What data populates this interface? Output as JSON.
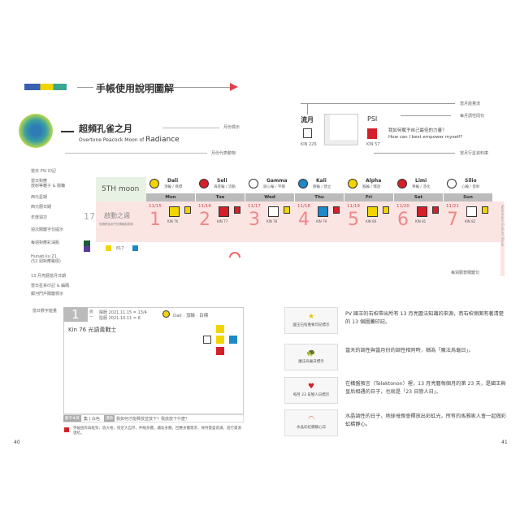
{
  "header": {
    "title": "手帳使用說明圖解"
  },
  "month": {
    "title_zh": "超頻孔雀之月",
    "subtitle_prefix": "Overtone Peacock Moon of ",
    "subtitle_emph": "Radiance",
    "label_month": "月份標示",
    "label_animal": "月份代表動物"
  },
  "energy": {
    "flow_label": "流月",
    "flow_kin": "KIN 226",
    "psi_label": "PSI",
    "psi_kin": "KIN 57",
    "question_zh": "我如何賦予自己最佳的力量？",
    "question_en": "How can I best empower myself?",
    "label_flow": "當月能量流",
    "label_question": "每月調性問句",
    "label_planet": "當月行星資料庫"
  },
  "calendar": {
    "labels": [
      "當日 PSI 印記",
      "當日對應\n放射等離子 & 脈輪",
      "西元星期",
      "西元曆日期",
      "年度週次",
      "週次關鍵字句提示",
      "每週對應彩油瓶",
      "Hunab ku 21\n(52 週對應路徑)",
      "13 月亮曆當月日期",
      "當日星系印記 & 編碼",
      "銀河門戶關鍵標示"
    ],
    "moon": "5TH moon",
    "week_num": "17",
    "week_title": "啟動之週",
    "week_sub": "知識是後來鬥的潤腦前視角",
    "hunab": "817",
    "side_text": "Awareness Evolves Vision",
    "side_label": "每週願景關鍵句",
    "days": [
      {
        "plasma": "Dali",
        "chakra": "頂輪 / 目標",
        "weekday": "Mon",
        "date": "11/15",
        "num": "1",
        "kin": "KIN 76",
        "color": "#f2d500"
      },
      {
        "plasma": "Seli",
        "chakra": "海底輪 / 流動",
        "weekday": "Tue",
        "date": "11/16",
        "num": "2",
        "kin": "KIN 77",
        "color": "#d4202a"
      },
      {
        "plasma": "Gamma",
        "chakra": "眉心輪 / 平靜",
        "weekday": "Wed",
        "date": "11/17",
        "num": "3",
        "kin": "KIN 78",
        "color": "#ffffff"
      },
      {
        "plasma": "Kali",
        "chakra": "臍輪 / 建立",
        "weekday": "Thu",
        "date": "11/18",
        "num": "4",
        "kin": "KIN 79",
        "color": "#1e88c8"
      },
      {
        "plasma": "Alpha",
        "chakra": "喉輪 / 釋放",
        "weekday": "Fri",
        "date": "11/19",
        "num": "5",
        "kin": "KIN 80",
        "color": "#f2d500"
      },
      {
        "plasma": "Limi",
        "chakra": "胃輪 / 淨化",
        "weekday": "Sat",
        "date": "11/20",
        "num": "6",
        "kin": "KIN 81",
        "color": "#d4202a"
      },
      {
        "plasma": "Silio",
        "chakra": "心輪 / 發射",
        "weekday": "Sun",
        "date": "11/21",
        "num": "7",
        "kin": "KIN 82",
        "color": "#ffffff"
      }
    ]
  },
  "detail": {
    "label_number": "當日數字能量",
    "day_num": "1",
    "week_char": "週一",
    "greg": "陽曆 2021.11.15 = 13/4",
    "lunar": "陰曆 2021.10.11 = 8",
    "plasma": "Dali · 頂輪 · 目標",
    "kin_title": "Kin 76 光語黃戰士",
    "tag1": "數字本質",
    "tag1_val": "集 | 白色",
    "tag2": "課題",
    "tag2_val": "我如何才能釋放並放下？我該放下什麼？",
    "note": "突破困有與框架，放大格，接近大自然，伸縮身體，讓氣身體，回應身體需求，保持量盛意識，進行資源連結。"
  },
  "legend": [
    {
      "icon": "star-icon",
      "label": "國王石棺重要印記標示",
      "text": "PV 國王的石棺帶出所有 13 月亮曆法知識的來源，而石棺側面有著清楚的 13 個圖騰印記。"
    },
    {
      "icon": "turtle-icon",
      "label": "魔法烏龜日標示",
      "text": "當天的調性與當月份的調性相同時，稱為「魔法烏龜日」。"
    },
    {
      "icon": "heart-icon",
      "label": "每月 23 日戀人日標示",
      "text": "在橫盤預言（Telektonon）裡，13 月亮曆每個月的第 23 天，是國王與皇后相遇的日子，也就是「23 日戀人日」。"
    },
    {
      "icon": "rainbow-icon",
      "label": "水晶彩虹橋靜心日",
      "text": "水晶調性的日子，地球母親會釋放出彩虹光，所有的馬雅家人會一起做彩虹橋靜心。"
    }
  ],
  "pages": {
    "left": "40",
    "right": "41"
  }
}
